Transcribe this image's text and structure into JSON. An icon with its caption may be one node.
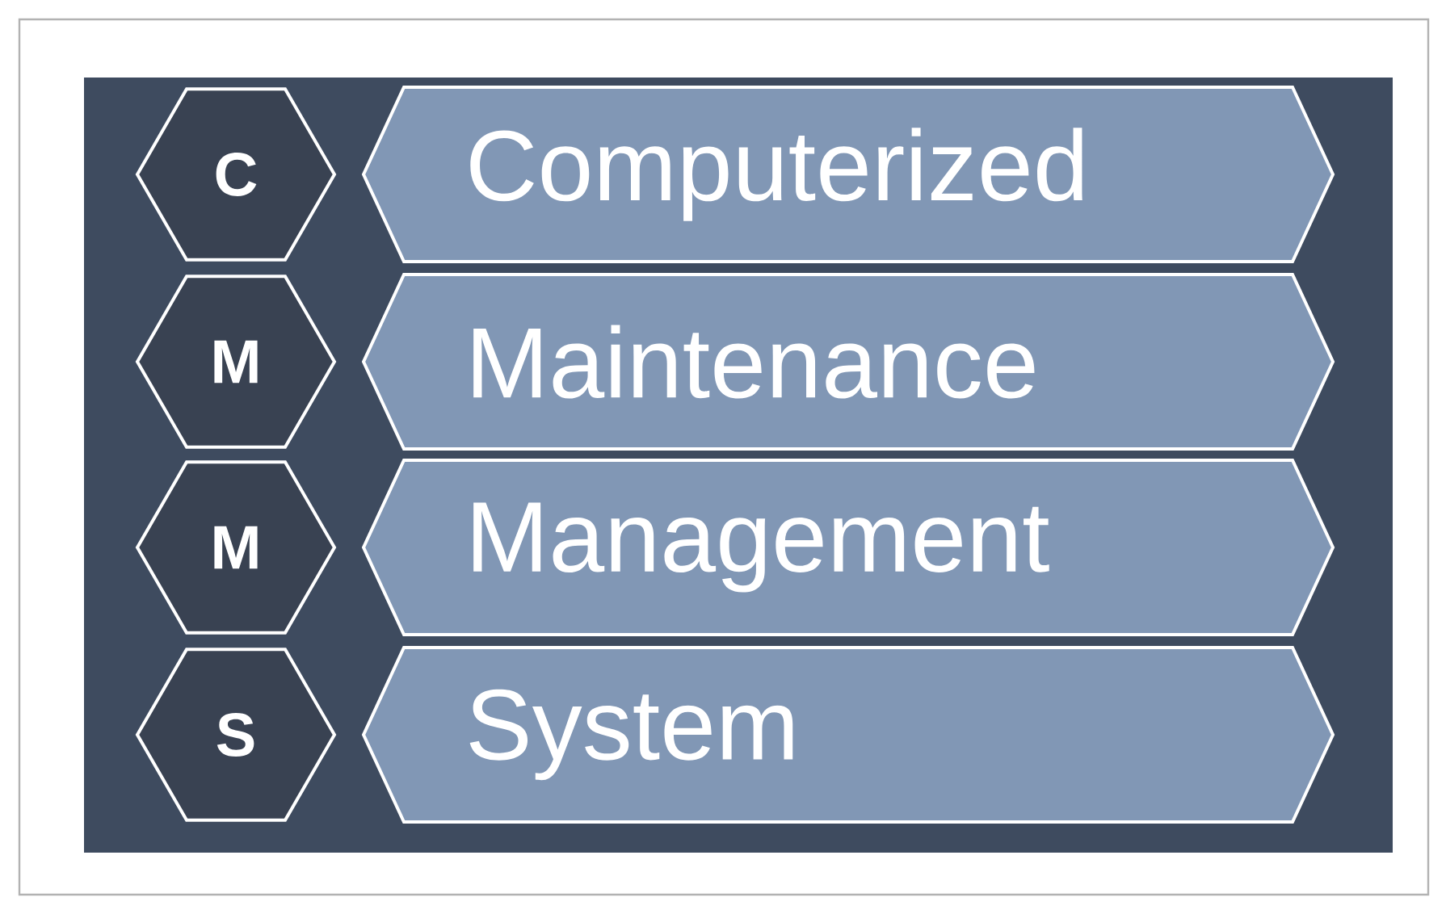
{
  "diagram": {
    "nodes": [
      {
        "text": [
          "C"
        ]
      },
      {
        "text": [
          "Computerized"
        ]
      },
      {
        "text": [
          "M"
        ]
      },
      {
        "text": [
          "Maintenance"
        ]
      },
      {
        "text": [
          "M"
        ]
      },
      {
        "text": [
          "Management"
        ]
      },
      {
        "text": [
          "S"
        ]
      },
      {
        "text": [
          "System"
        ]
      }
    ]
  }
}
